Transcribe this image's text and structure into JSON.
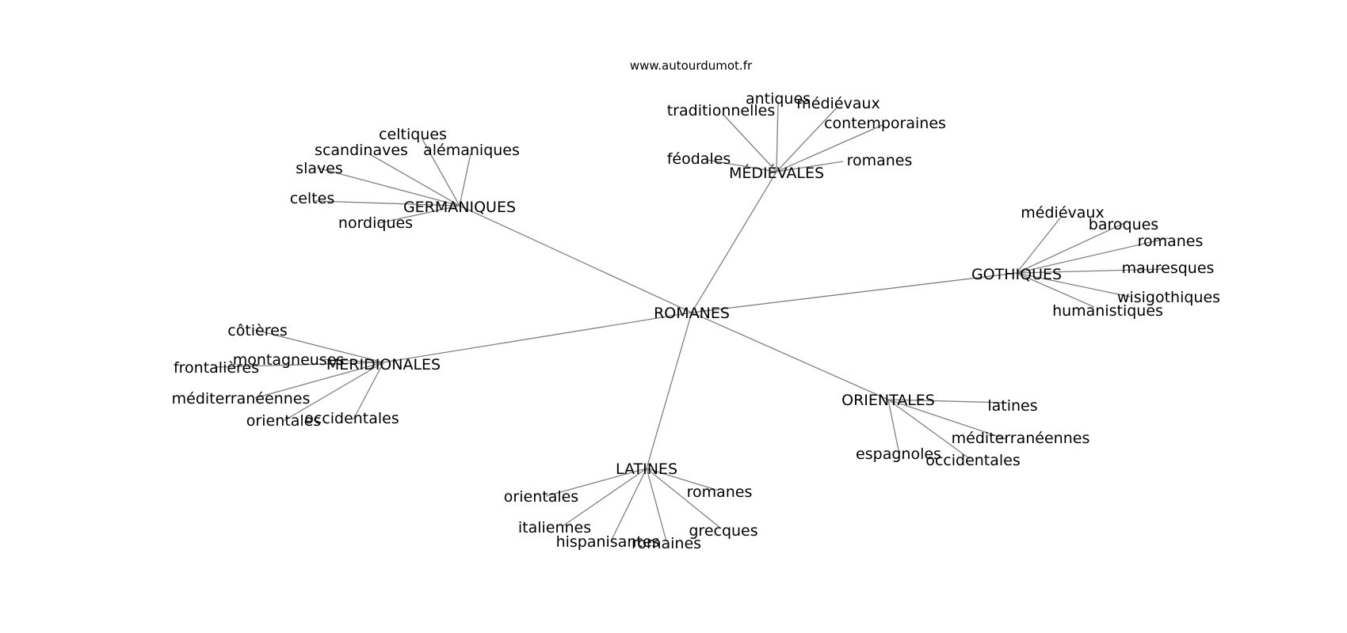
{
  "source": "www.autourdumot.fr",
  "root": "ROMANES",
  "groups": [
    {
      "label": "GERMANIQUES",
      "leaves": [
        "celtiques",
        "alémaniques",
        "scandinaves",
        "slaves",
        "celtes",
        "nordiques"
      ]
    },
    {
      "label": "MÉDIÉVALES",
      "leaves": [
        "antiques",
        "médiévaux",
        "traditionnelles",
        "contemporaines",
        "féodales",
        "romanes"
      ]
    },
    {
      "label": "GOTHIQUES",
      "leaves": [
        "médiévaux",
        "baroques",
        "romanes",
        "mauresques",
        "wisigothiques",
        "humanistiques"
      ]
    },
    {
      "label": "MERIDIONALES",
      "leaves": [
        "côtières",
        "montagneuses",
        "frontalières",
        "méditerranéennes",
        "orientales",
        "occidentales"
      ]
    },
    {
      "label": "ORIENTALES",
      "leaves": [
        "latines",
        "méditerranéennes",
        "espagnoles",
        "occidentales"
      ]
    },
    {
      "label": "LATINES",
      "leaves": [
        "orientales",
        "romanes",
        "italiennes",
        "grecques",
        "hispanisantes",
        "romaines"
      ]
    }
  ]
}
